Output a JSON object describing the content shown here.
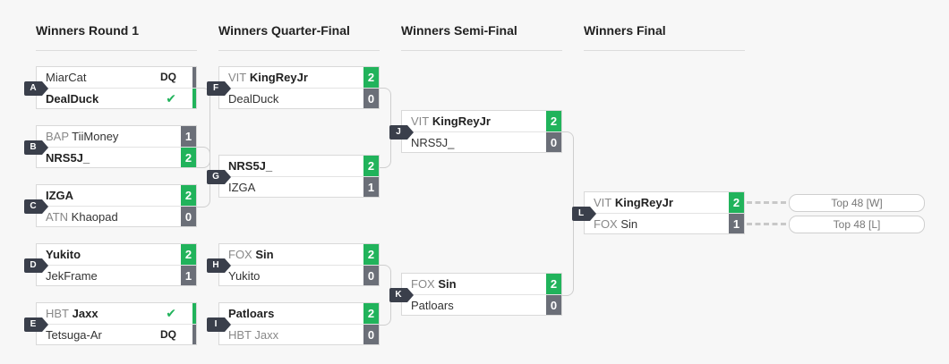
{
  "rounds": [
    "Winners Round 1",
    "Winners Quarter-Final",
    "Winners Semi-Final",
    "Winners Final"
  ],
  "matches": {
    "A": {
      "tag": "A",
      "p1": {
        "prefix": "",
        "name": "MiarCat",
        "mark": "DQ",
        "win": false
      },
      "p2": {
        "prefix": "",
        "name": "DealDuck",
        "mark": "✔",
        "win": true
      }
    },
    "B": {
      "tag": "B",
      "p1": {
        "prefix": "BAP",
        "name": "TiiMoney",
        "score": "1",
        "win": false
      },
      "p2": {
        "prefix": "",
        "name": "NRS5J_",
        "score": "2",
        "win": true
      }
    },
    "C": {
      "tag": "C",
      "p1": {
        "prefix": "",
        "name": "IZGA",
        "score": "2",
        "win": true
      },
      "p2": {
        "prefix": "ATN",
        "name": "Khaopad",
        "score": "0",
        "win": false
      }
    },
    "D": {
      "tag": "D",
      "p1": {
        "prefix": "",
        "name": "Yukito",
        "score": "2",
        "win": true
      },
      "p2": {
        "prefix": "",
        "name": "JekFrame",
        "score": "1",
        "win": false
      }
    },
    "E": {
      "tag": "E",
      "p1": {
        "prefix": "HBT",
        "name": "Jaxx",
        "mark": "✔",
        "win": true
      },
      "p2": {
        "prefix": "",
        "name": "Tetsuga-Ar",
        "mark": "DQ",
        "win": false
      }
    },
    "F": {
      "tag": "F",
      "p1": {
        "prefix": "VIT",
        "name": "KingReyJr",
        "score": "2",
        "win": true
      },
      "p2": {
        "prefix": "",
        "name": "DealDuck",
        "score": "0",
        "win": false
      }
    },
    "G": {
      "tag": "G",
      "p1": {
        "prefix": "",
        "name": "NRS5J_",
        "score": "2",
        "win": true
      },
      "p2": {
        "prefix": "",
        "name": "IZGA",
        "score": "1",
        "win": false
      }
    },
    "H": {
      "tag": "H",
      "p1": {
        "prefix": "FOX",
        "name": "Sin",
        "score": "2",
        "win": true
      },
      "p2": {
        "prefix": "",
        "name": "Yukito",
        "score": "0",
        "win": false
      }
    },
    "I": {
      "tag": "I",
      "p1": {
        "prefix": "",
        "name": "Patloars",
        "score": "2",
        "win": true
      },
      "p2": {
        "prefix": "HBT",
        "name": "Jaxx",
        "score": "0",
        "win": false
      }
    },
    "J": {
      "tag": "J",
      "p1": {
        "prefix": "VIT",
        "name": "KingReyJr",
        "score": "2",
        "win": true
      },
      "p2": {
        "prefix": "",
        "name": "NRS5J_",
        "score": "0",
        "win": false
      }
    },
    "K": {
      "tag": "K",
      "p1": {
        "prefix": "FOX",
        "name": "Sin",
        "score": "2",
        "win": true
      },
      "p2": {
        "prefix": "",
        "name": "Patloars",
        "score": "0",
        "win": false
      }
    },
    "L": {
      "tag": "L",
      "p1": {
        "prefix": "VIT",
        "name": "KingReyJr",
        "score": "2",
        "win": true
      },
      "p2": {
        "prefix": "FOX",
        "name": "Sin",
        "score": "1",
        "win": false
      }
    }
  },
  "placements": {
    "winner": "Top 48 [W]",
    "loser": "Top 48 [L]"
  },
  "colors": {
    "win": "#21b35b",
    "loss": "#6b6f78",
    "tag": "#3a3f4b"
  }
}
